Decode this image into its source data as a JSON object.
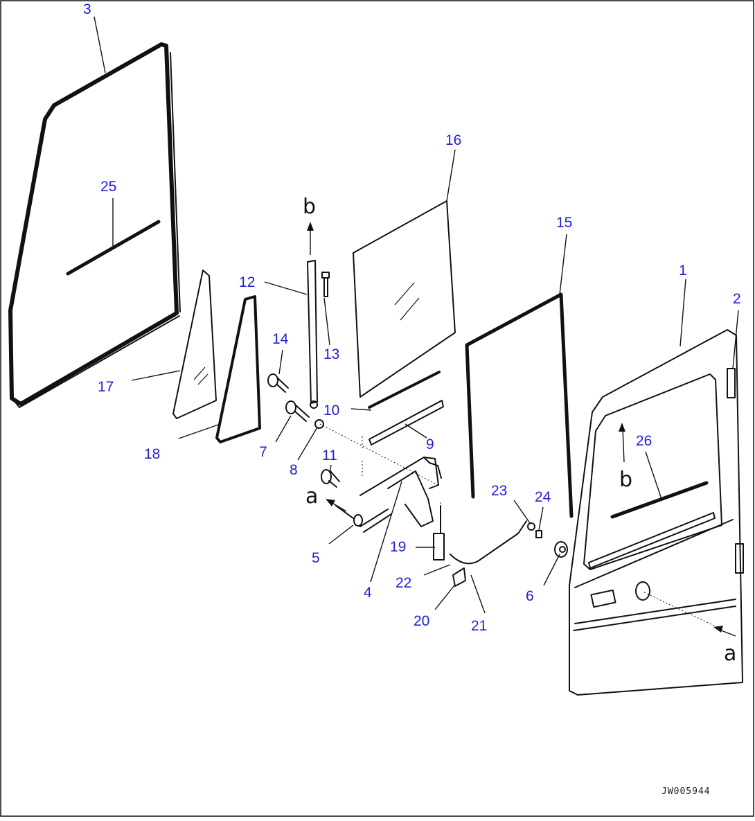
{
  "callouts": [
    {
      "id": "1",
      "label": "1"
    },
    {
      "id": "2",
      "label": "2"
    },
    {
      "id": "3",
      "label": "3"
    },
    {
      "id": "4",
      "label": "4"
    },
    {
      "id": "5",
      "label": "5"
    },
    {
      "id": "6",
      "label": "6"
    },
    {
      "id": "7",
      "label": "7"
    },
    {
      "id": "8",
      "label": "8"
    },
    {
      "id": "9",
      "label": "9"
    },
    {
      "id": "10",
      "label": "10"
    },
    {
      "id": "11",
      "label": "11"
    },
    {
      "id": "12",
      "label": "12"
    },
    {
      "id": "13",
      "label": "13"
    },
    {
      "id": "14",
      "label": "14"
    },
    {
      "id": "15",
      "label": "15"
    },
    {
      "id": "16",
      "label": "16"
    },
    {
      "id": "17",
      "label": "17"
    },
    {
      "id": "18",
      "label": "18"
    },
    {
      "id": "19",
      "label": "19"
    },
    {
      "id": "20",
      "label": "20"
    },
    {
      "id": "21",
      "label": "21"
    },
    {
      "id": "22",
      "label": "22"
    },
    {
      "id": "23",
      "label": "23"
    },
    {
      "id": "24",
      "label": "24"
    },
    {
      "id": "25",
      "label": "25"
    },
    {
      "id": "26",
      "label": "26"
    }
  ],
  "references": {
    "a": "a",
    "b": "b"
  },
  "drawing_code": "JW005944"
}
